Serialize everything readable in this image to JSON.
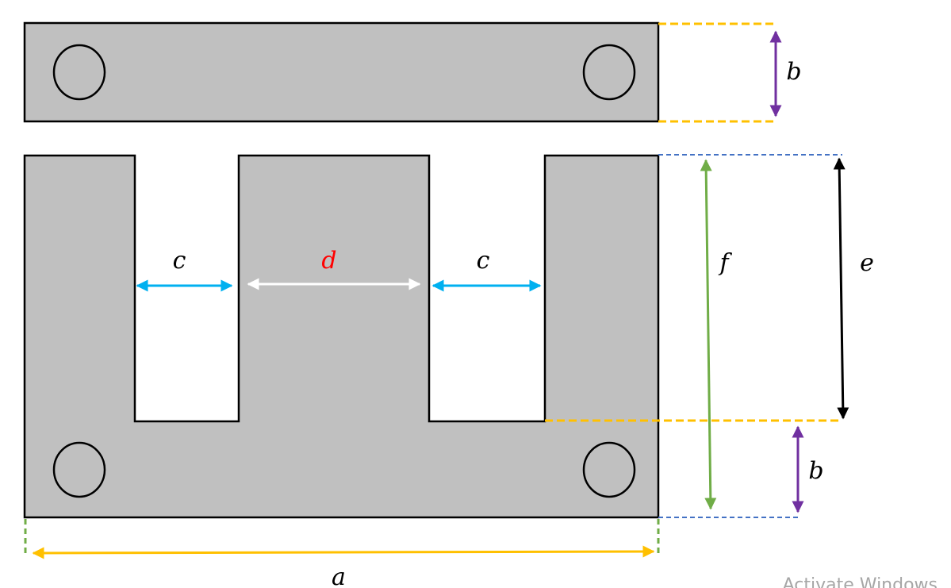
{
  "labels": {
    "a": "a",
    "b_top": "b",
    "b_bottom": "b",
    "c_left": "c",
    "d": "d",
    "c_right": "c",
    "e": "e",
    "f": "f"
  },
  "watermark": "Activate Windows",
  "colors": {
    "core_fill": "#c0c0c0",
    "outline": "#000000",
    "label_default": "#000000",
    "label_d": "#ff0000",
    "dim_a": "#ffc000",
    "dim_b": "#7030a0",
    "dim_c": "#00b0f0",
    "dim_d": "#ffffff",
    "dim_e": "#000000",
    "dim_f": "#70ad47",
    "guide_yellow": "#ffc000",
    "guide_blue": "#4472c4",
    "guide_green": "#70ad47"
  }
}
